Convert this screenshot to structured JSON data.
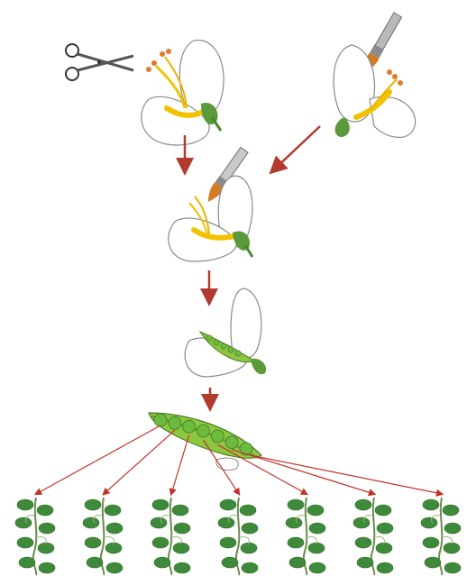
{
  "diagram": {
    "kind": "pea-cross-pollination-illustration",
    "steps": [
      {
        "id": "emasculation",
        "icon": "scissors-icon"
      },
      {
        "id": "pollen-collection",
        "icon": "paintbrush-icon"
      },
      {
        "id": "pollination",
        "icon": "paintbrush-icon"
      },
      {
        "id": "pod-development"
      },
      {
        "id": "seeds"
      },
      {
        "id": "offspring-plants"
      }
    ],
    "offspring_count": 7,
    "pod_seed_count": 7,
    "colors": {
      "petal": "#ffffff",
      "petal_outline": "#8a8a8a",
      "anther": "#f2c200",
      "stigma_tip": "#e07a2e",
      "sepal": "#5a9a3a",
      "pod": "#8dc63f",
      "pea": "#6cbb3c",
      "arrow": "#b33a2f",
      "leaf": "#3f8a3a"
    }
  }
}
